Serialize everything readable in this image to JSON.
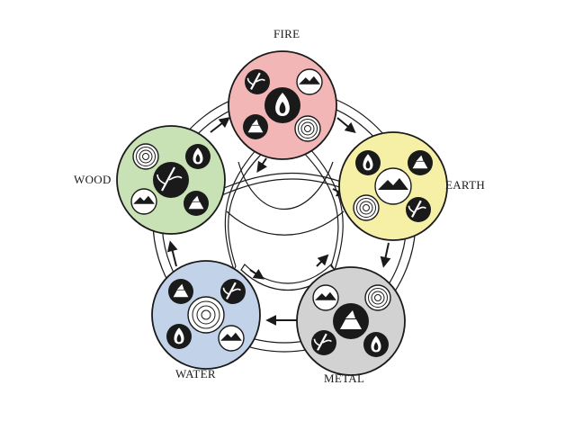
{
  "labels": {
    "fire": "FIRE",
    "earth": "EARTH",
    "metal": "METAL",
    "water": "WATER",
    "wood": "WOOD"
  },
  "colors": {
    "fire": "#f2b6b6",
    "earth": "#f6f0a6",
    "metal": "#d2d2d2",
    "water": "#c2d2e8",
    "wood": "#c8e2b6",
    "ink": "#1a1a1a",
    "ring": "#ffffff"
  },
  "elements": [
    {
      "key": "fire",
      "icons": [
        "fire-icon",
        "wood-icon",
        "earth-icon",
        "metal-icon",
        "water-icon"
      ]
    },
    {
      "key": "earth",
      "icons": [
        "earth-icon",
        "fire-icon",
        "metal-icon",
        "water-icon",
        "wood-icon"
      ]
    },
    {
      "key": "metal",
      "icons": [
        "metal-icon",
        "earth-icon",
        "water-icon",
        "wood-icon",
        "fire-icon"
      ]
    },
    {
      "key": "water",
      "icons": [
        "water-icon",
        "metal-icon",
        "wood-icon",
        "fire-icon",
        "earth-icon"
      ]
    },
    {
      "key": "wood",
      "icons": [
        "wood-icon",
        "water-icon",
        "fire-icon",
        "earth-icon",
        "metal-icon"
      ]
    }
  ]
}
